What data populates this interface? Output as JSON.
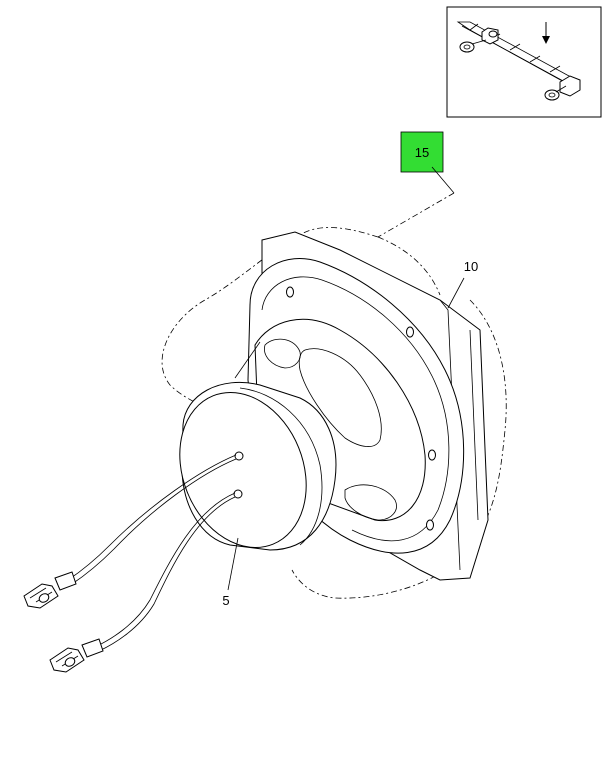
{
  "callouts": {
    "c15": "15",
    "c10": "10",
    "c5": "5"
  },
  "colors": {
    "highlight": "#33dd33",
    "line": "#000000",
    "background": "#ffffff"
  },
  "highlighted_callout": "15",
  "inset": {
    "icon": "locator-inset-icon",
    "arrow_icon": "down-arrow-icon"
  }
}
